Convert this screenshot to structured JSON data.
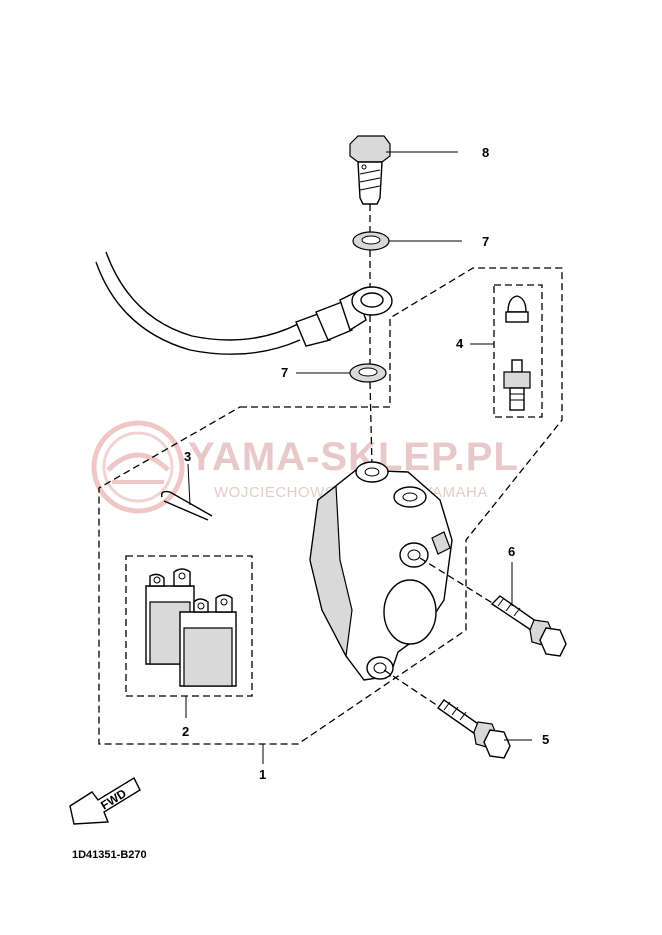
{
  "watermark": {
    "title": "YAMA-SKLEP.PL",
    "subtitle": "WOJCIECHOWSKI DEALER YAMAHA"
  },
  "callouts": {
    "c1": "1",
    "c2": "2",
    "c3": "3",
    "c4": "4",
    "c5": "5",
    "c6": "6",
    "c7a": "7",
    "c7b": "7",
    "c8": "8"
  },
  "fwd_label": "FWD",
  "diagram_code": "1D41351-B270"
}
